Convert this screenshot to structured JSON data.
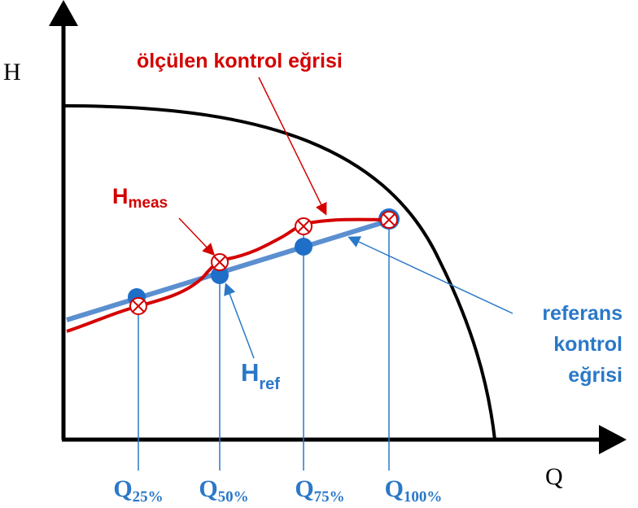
{
  "axes": {
    "y_label": "H",
    "x_label": "Q"
  },
  "labels": {
    "measured_curve": "ölçülen kontrol eğrisi",
    "h_meas_main": "H",
    "h_meas_sub": "meas",
    "h_ref_main": "H",
    "h_ref_sub": "ref",
    "reference_curve_lines": [
      "referans",
      "kontrol",
      "eğrisi"
    ]
  },
  "q_points": [
    {
      "main": "Q",
      "sub": "25%"
    },
    {
      "main": "Q",
      "sub": "50%"
    },
    {
      "main": "Q",
      "sub": "75%"
    },
    {
      "main": "Q",
      "sub": "100%"
    }
  ],
  "colors": {
    "measured": "#d40000",
    "reference": "#3a7cc8",
    "axis": "#000000",
    "text_blue": "#2a78c8"
  }
}
